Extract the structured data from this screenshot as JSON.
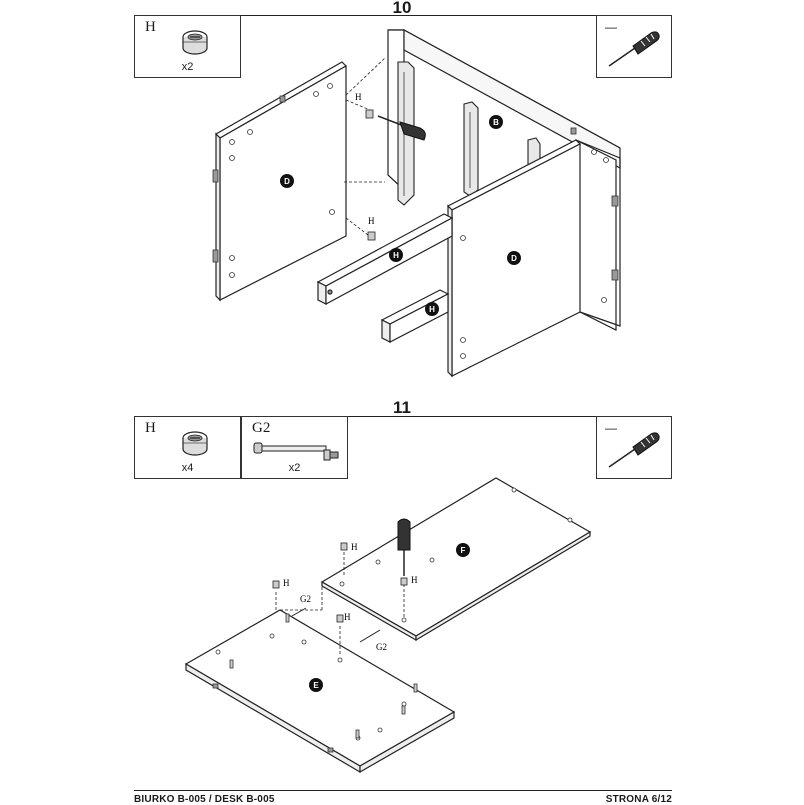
{
  "step10": {
    "number": "10",
    "hardware": {
      "letter": "H",
      "qty": "x2"
    },
    "tool": {
      "dash": "—",
      "icon": "screwdriver-icon"
    },
    "labels": {
      "b": "B",
      "d_left": "D",
      "d_right": "D",
      "h1": "H",
      "h2": "H",
      "h_small1": "H",
      "h_small2": "H"
    }
  },
  "step11": {
    "number": "11",
    "hardware": [
      {
        "letter": "H",
        "qty": "x4",
        "icon": "cam-lock-icon"
      },
      {
        "letter": "G2",
        "qty": "x2",
        "icon": "dowel-bolt-icon"
      }
    ],
    "tool": {
      "dash": "—",
      "icon": "screwdriver-icon"
    },
    "labels": {
      "f": "F",
      "e": "E",
      "h1": "H",
      "h2": "H",
      "h3": "H",
      "h4": "H",
      "g2a": "G2",
      "g2b": "G2"
    }
  },
  "footer": {
    "left": "BIURKO B-005 / DESK B-005",
    "right": "STRONA 6/12"
  }
}
